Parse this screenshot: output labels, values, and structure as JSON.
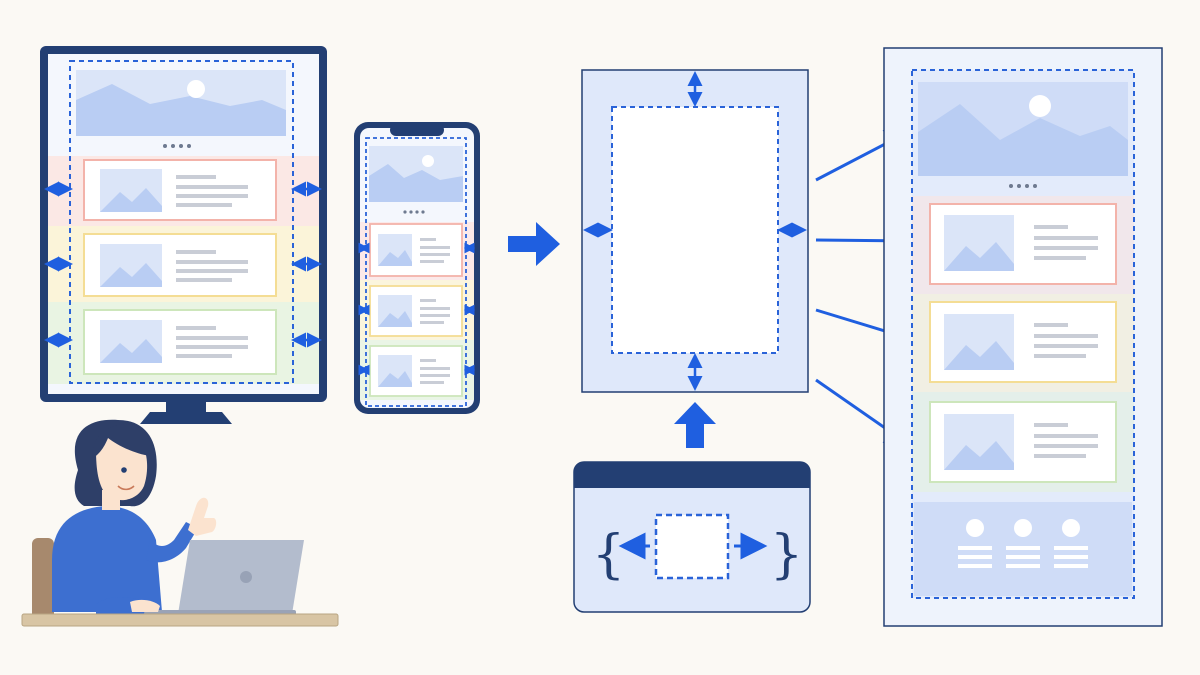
{
  "illustration": {
    "left_group": {
      "desktop_cards": 3,
      "phone_cards": 3
    },
    "right_group": {
      "result_cards": 3,
      "footer_columns": 3
    },
    "colors": {
      "background": "#fbf9f4",
      "navy": "#233f73",
      "blue_arrow": "#1f5fe0",
      "dash_blue": "#2a63d8",
      "panel_fill": "#dfe8fa",
      "light_fill": "#eef3fc",
      "image_fill": "#c8d8f6",
      "text_line": "#c9cdd6",
      "band_red": "#fde3df",
      "band_yellow": "#fdf3cf",
      "band_green": "#e6f3dc",
      "shirt": "#3d6fd0",
      "hair": "#2e3f68",
      "skin": "#fbe3cf",
      "laptop": "#b3bccd",
      "desk": "#d8c5a4"
    },
    "icons": [
      "monitor-icon",
      "phone-icon",
      "layout-frame-icon",
      "code-braces-icon",
      "person-icon",
      "laptop-icon",
      "arrow-icon"
    ]
  }
}
